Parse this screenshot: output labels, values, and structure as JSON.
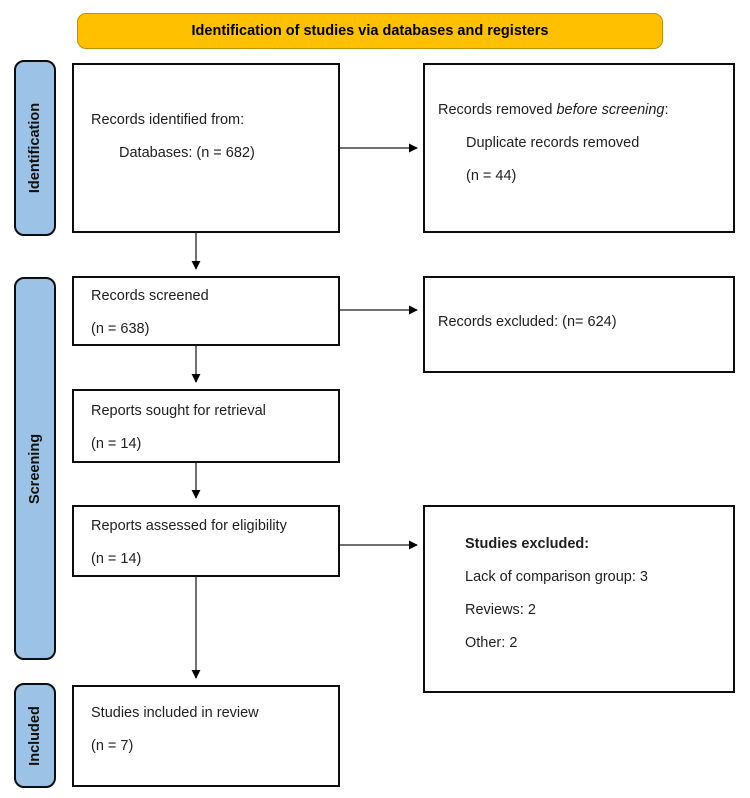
{
  "banner": {
    "title": "Identification of studies via databases and registers"
  },
  "stages": [
    {
      "label": "Identification"
    },
    {
      "label": "Screening"
    },
    {
      "label": "Included"
    }
  ],
  "boxes": {
    "records_identified": {
      "line1": "Records identified from:",
      "line2": "Databases: (n = 682)"
    },
    "records_removed": {
      "prefix": "Records removed ",
      "italic": "before screening",
      "suffix": ":",
      "line2": "Duplicate records removed",
      "line3": "(n = 44)"
    },
    "records_screened": {
      "line1": "Records screened",
      "line2": "(n = 638)"
    },
    "records_excluded": {
      "line1": "Records excluded: (n= 624)"
    },
    "reports_sought": {
      "line1": "Reports sought for retrieval",
      "line2": "(n = 14)"
    },
    "reports_assessed": {
      "line1": "Reports assessed for eligibility",
      "line2": "(n = 14)"
    },
    "studies_excluded": {
      "title": "Studies excluded:",
      "reasons": [
        "Lack of comparison group: 3",
        "Reviews: 2",
        "Other: 2"
      ]
    },
    "studies_included": {
      "line1": "Studies included in review",
      "line2": "(n = 7)"
    }
  },
  "colors": {
    "banner_bg": "#FFC000",
    "stage_bg": "#9CC2E5",
    "box_border": "#0d0d0d",
    "arrow": "#404040"
  }
}
